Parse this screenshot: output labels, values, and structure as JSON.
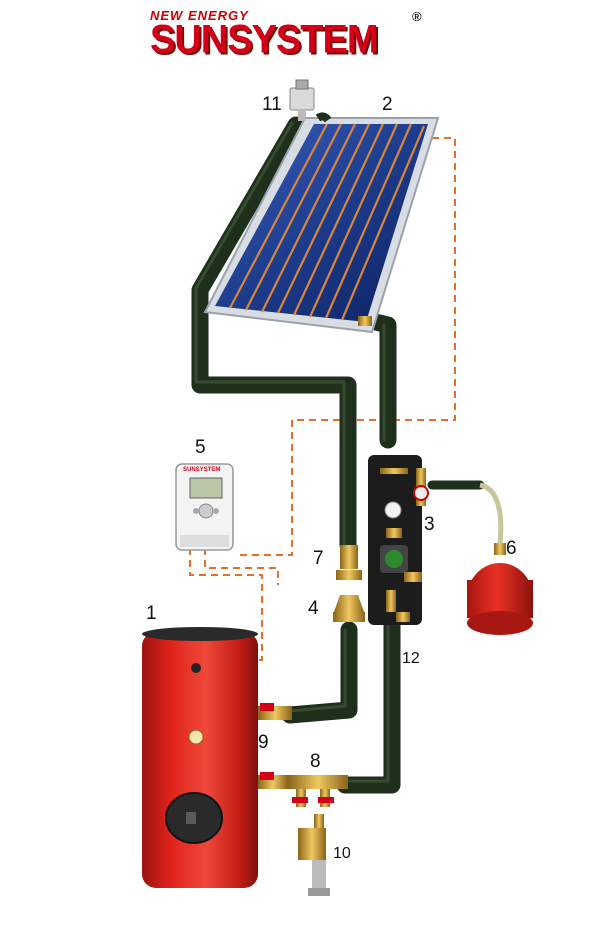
{
  "logo": {
    "top_text": "NEW ENERGY",
    "main_text": "SUNSYSTEM",
    "registered_mark": "®"
  },
  "controller": {
    "brand": "SUNSYSTEM"
  },
  "labels": {
    "tank": "1",
    "collector": "2",
    "pump_station": "3",
    "filter": "4",
    "controller": "5",
    "expansion_vessel": "6",
    "valve_7": "7",
    "tee_8": "8",
    "ball_valve_9": "9",
    "drain_valve_10": "10",
    "air_vent_11": "11",
    "pipe_12": "12"
  },
  "colors": {
    "tank_red": "#e0231c",
    "pipe_insulation": "#1e2f1c",
    "sensor_wire": "#e0702a",
    "brass": "#d1a13a",
    "collector_blue": "#1d3c8c",
    "logo_red": "#d4001a"
  }
}
